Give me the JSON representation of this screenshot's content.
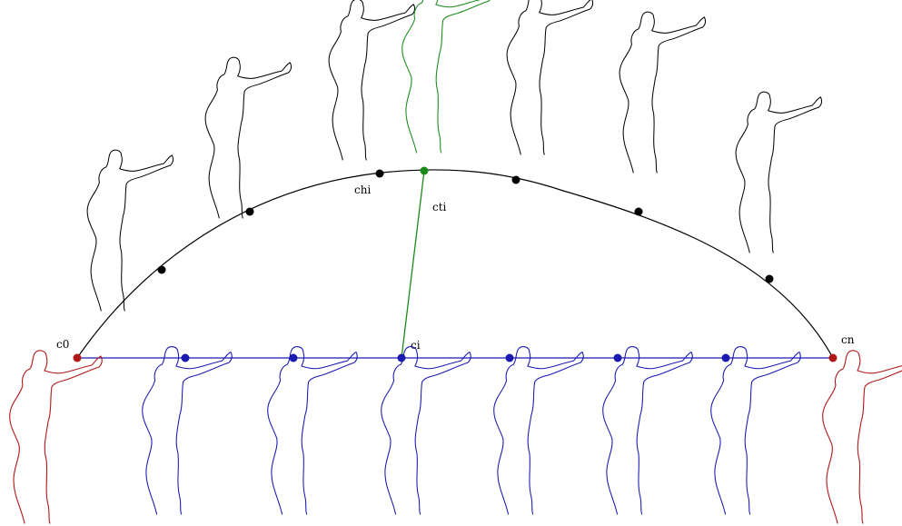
{
  "colors": {
    "endpoint": "#b01818",
    "linear": "#1a1ab0",
    "highlight": "#1a8a1a",
    "arc": "#000000",
    "background": "#ffffff"
  },
  "labels": {
    "c0": "c0",
    "cn": "cn",
    "ci": "ci",
    "chi": "chi",
    "cti": "cti"
  },
  "diagram": {
    "baseline_points": [
      "c0",
      "",
      "",
      "ci",
      "",
      "",
      "",
      "cn"
    ],
    "arc_points": [
      "",
      "",
      "chi",
      "cti",
      "",
      "",
      ""
    ],
    "bottom_silhouettes": [
      "endpoint",
      "linear",
      "linear",
      "linear",
      "linear",
      "linear",
      "linear",
      "endpoint"
    ],
    "top_silhouettes": [
      "arc",
      "arc",
      "arc",
      "highlight",
      "arc",
      "arc",
      "arc"
    ]
  }
}
